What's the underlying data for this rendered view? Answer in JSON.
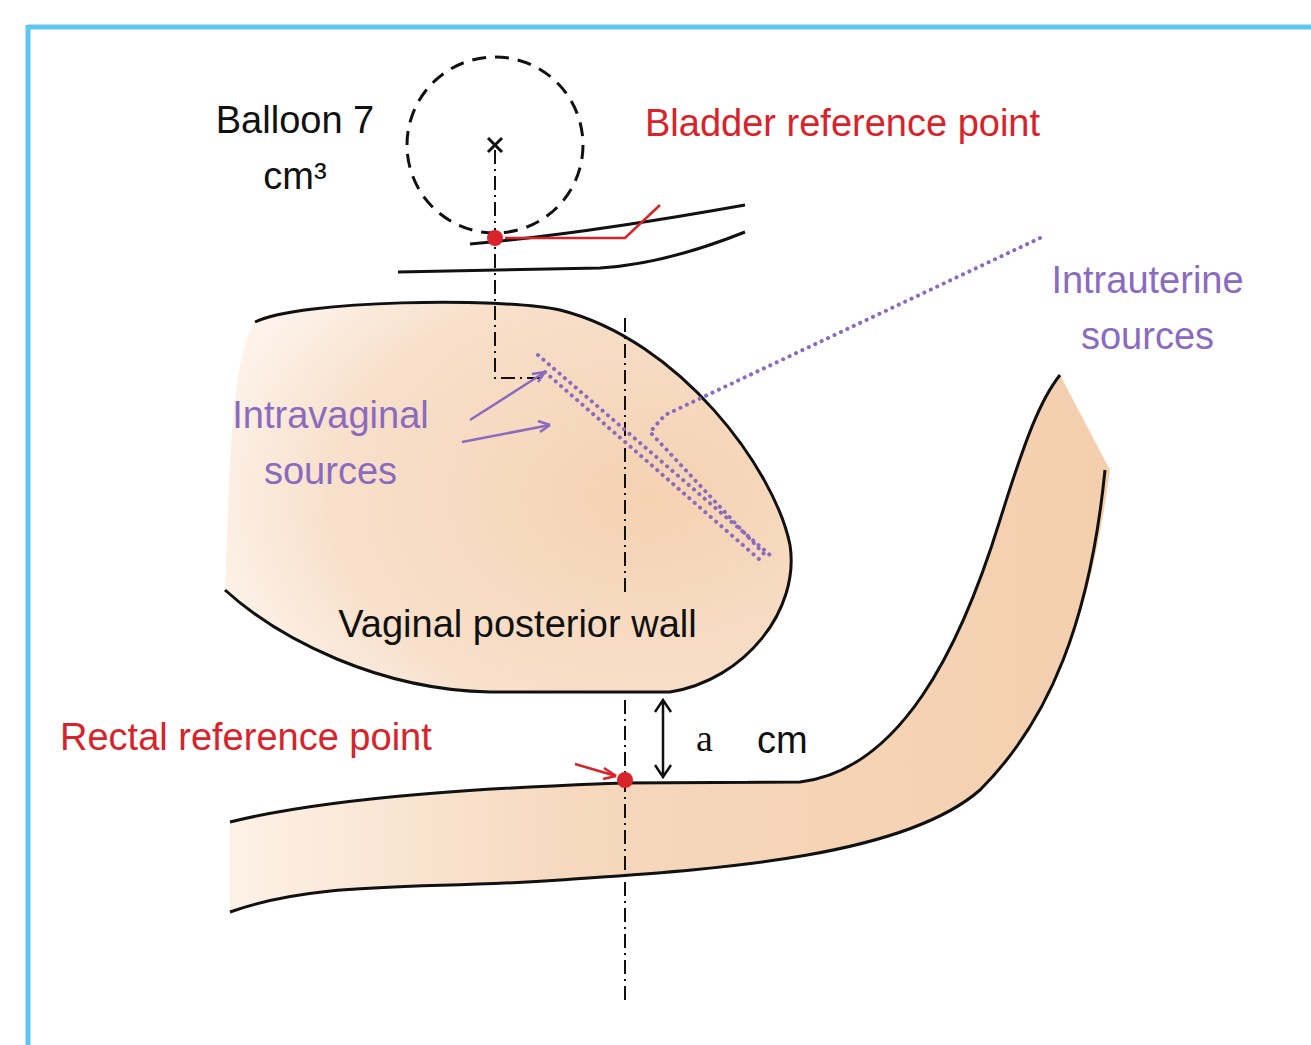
{
  "diagram": {
    "labels": [
      "Balloon 7 cm³",
      "Bladder reference point",
      "Intrauterine sources",
      "Intravaginal sources",
      "Vaginal posterior wall",
      "Rectal reference point",
      "a",
      "cm"
    ]
  }
}
